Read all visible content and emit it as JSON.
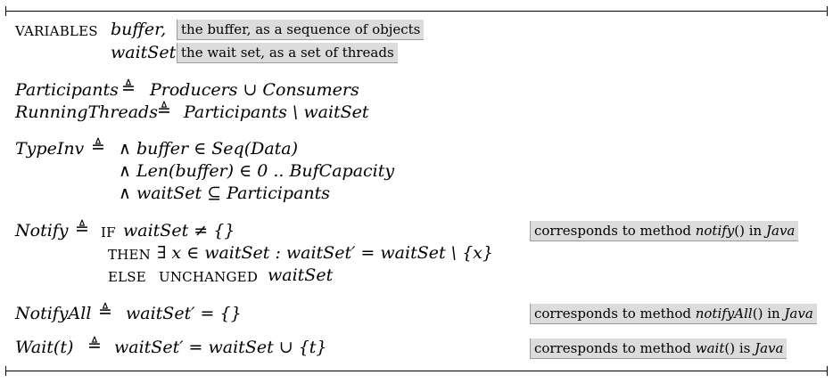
{
  "variables": {
    "keyword": "VARIABLES",
    "buffer_name": "buffer,",
    "buffer_comment": "the buffer, as a sequence of objects",
    "waitset_name": "waitSet",
    "waitset_comment": "the wait set, as a set of threads"
  },
  "defs": {
    "participants": {
      "lhs": "Participants",
      "eq": "≜",
      "rhs": "Producers ∪ Consumers"
    },
    "running": {
      "lhs": "RunningThreads",
      "eq": "≜",
      "rhs": "Participants \\ waitSet"
    },
    "typeinv": {
      "lhs": "TypeInv",
      "eq": "≜",
      "line1": "∧ buffer ∈ Seq(Data)",
      "line2": "∧ Len(buffer) ∈ 0 .. BufCapacity",
      "line3": "∧ waitSet ⊆ Participants"
    },
    "notify": {
      "lhs": "Notify",
      "eq": "≜",
      "if_kw": "IF",
      "if_expr": "waitSet ≠ {}",
      "then_kw": "THEN",
      "then_expr": "∃ x ∈ waitSet : waitSet′ = waitSet \\ {x}",
      "else_kw": "ELSE",
      "unch_kw": "UNCHANGED",
      "else_expr": "waitSet",
      "comment_pre": "corresponds to method ",
      "comment_method": "notify",
      "comment_mid": "() in ",
      "comment_lang": "Java"
    },
    "notifyall": {
      "lhs": "NotifyAll",
      "eq": "≜",
      "rhs": "waitSet′ = {}",
      "comment_pre": "corresponds to method ",
      "comment_method": "notifyAll",
      "comment_mid": "() in ",
      "comment_lang": "Java"
    },
    "wait": {
      "lhs": "Wait(t)",
      "eq": "≜",
      "rhs": "waitSet′ = waitSet ∪ {t}",
      "comment_pre": "corresponds to method ",
      "comment_method": "wait",
      "comment_mid": "() is ",
      "comment_lang": "Java"
    }
  }
}
